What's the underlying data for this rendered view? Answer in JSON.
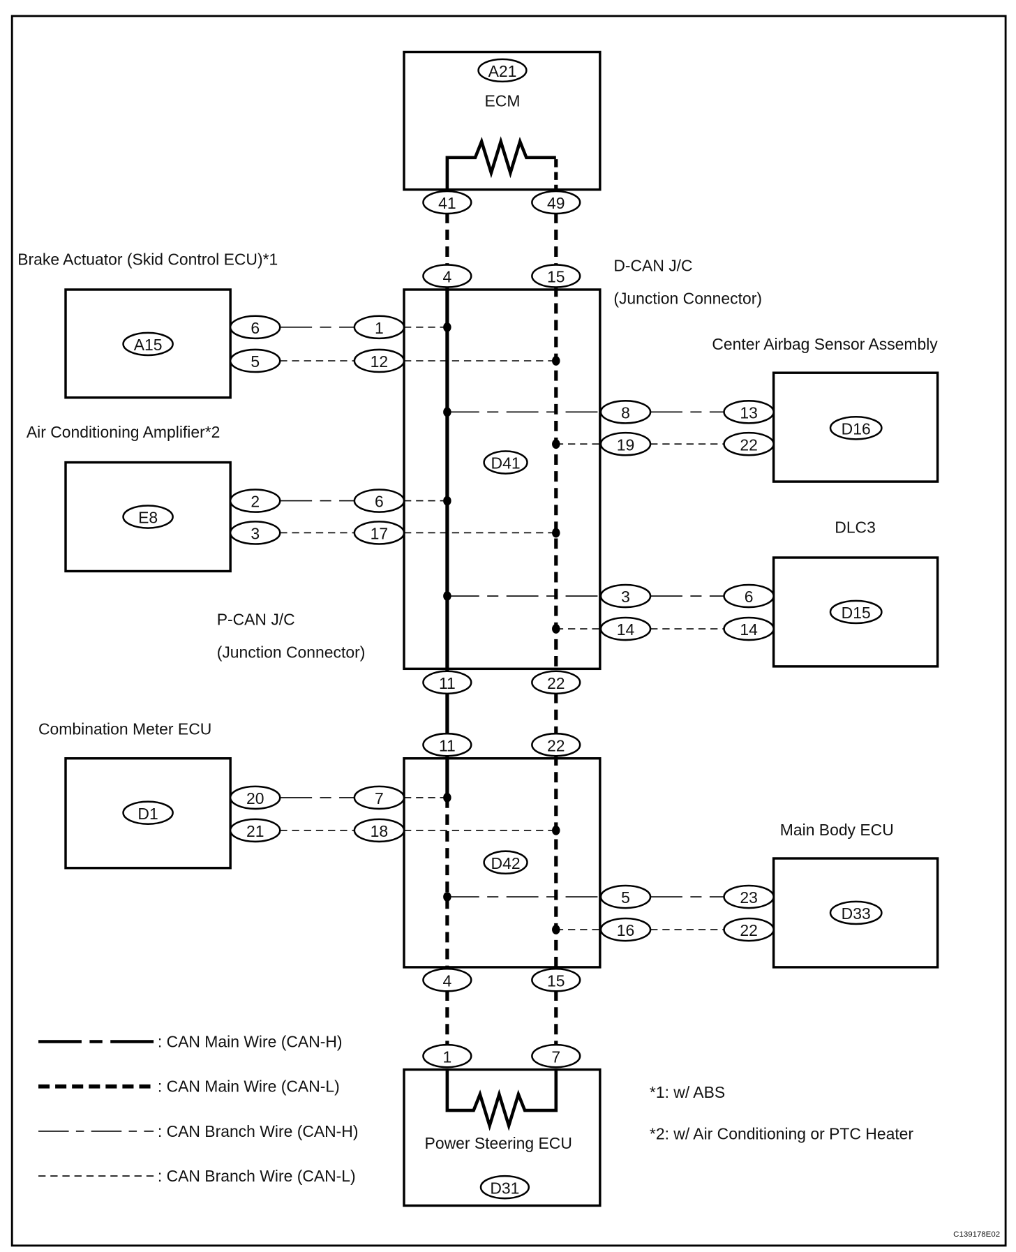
{
  "diagram": {
    "figure_id": "C139178E02",
    "components": {
      "ecm": {
        "connector": "A21",
        "name": "ECM",
        "pin_h": "41",
        "pin_l": "49"
      },
      "brake": {
        "title": "Brake Actuator (Skid Control ECU)*1",
        "connector": "A15",
        "pin_h": "6",
        "pin_l": "5"
      },
      "ac": {
        "title": "Air Conditioning Amplifier*2",
        "connector": "E8",
        "pin_h": "2",
        "pin_l": "3"
      },
      "meter": {
        "title": "Combination Meter ECU",
        "connector": "D1",
        "pin_h": "20",
        "pin_l": "21"
      },
      "airbag": {
        "title": "Center Airbag Sensor Assembly",
        "connector": "D16",
        "pin_h": "13",
        "pin_l": "22"
      },
      "dlc3": {
        "title": "DLC3",
        "connector": "D15",
        "pin_h": "6",
        "pin_l": "14"
      },
      "body": {
        "title": "Main Body ECU",
        "connector": "D33",
        "pin_h": "23",
        "pin_l": "22"
      },
      "ps": {
        "name": "Power Steering ECU",
        "connector": "D31",
        "pin_h": "1",
        "pin_l": "7"
      }
    },
    "dcan_jc": {
      "title_line1": "D-CAN J/C",
      "title_line2": "(Junction Connector)",
      "connector": "D41",
      "top_pin_h": "4",
      "top_pin_l": "15",
      "bottom_pin_h": "11",
      "bottom_pin_l": "22",
      "brake_pin_h": "1",
      "brake_pin_l": "12",
      "ac_pin_h": "6",
      "ac_pin_l": "17",
      "airbag_pin_h": "8",
      "airbag_pin_l": "19",
      "dlc3_pin_h": "3",
      "dlc3_pin_l": "14"
    },
    "pcan_jc": {
      "title_line1": "P-CAN J/C",
      "title_line2": "(Junction Connector)",
      "connector": "D42",
      "top_pin_h": "11",
      "top_pin_l": "22",
      "bottom_pin_h": "4",
      "bottom_pin_l": "15",
      "meter_pin_h": "7",
      "meter_pin_l": "18",
      "body_pin_h": "5",
      "body_pin_l": "16"
    },
    "legend": [
      {
        "label": ": CAN Main Wire (CAN-H)"
      },
      {
        "label": ": CAN Main Wire (CAN-L)"
      },
      {
        "label": ": CAN Branch Wire (CAN-H)"
      },
      {
        "label": ": CAN Branch Wire (CAN-L)"
      }
    ],
    "notes": [
      "*1: w/ ABS",
      "*2: w/ Air Conditioning or PTC Heater"
    ]
  }
}
